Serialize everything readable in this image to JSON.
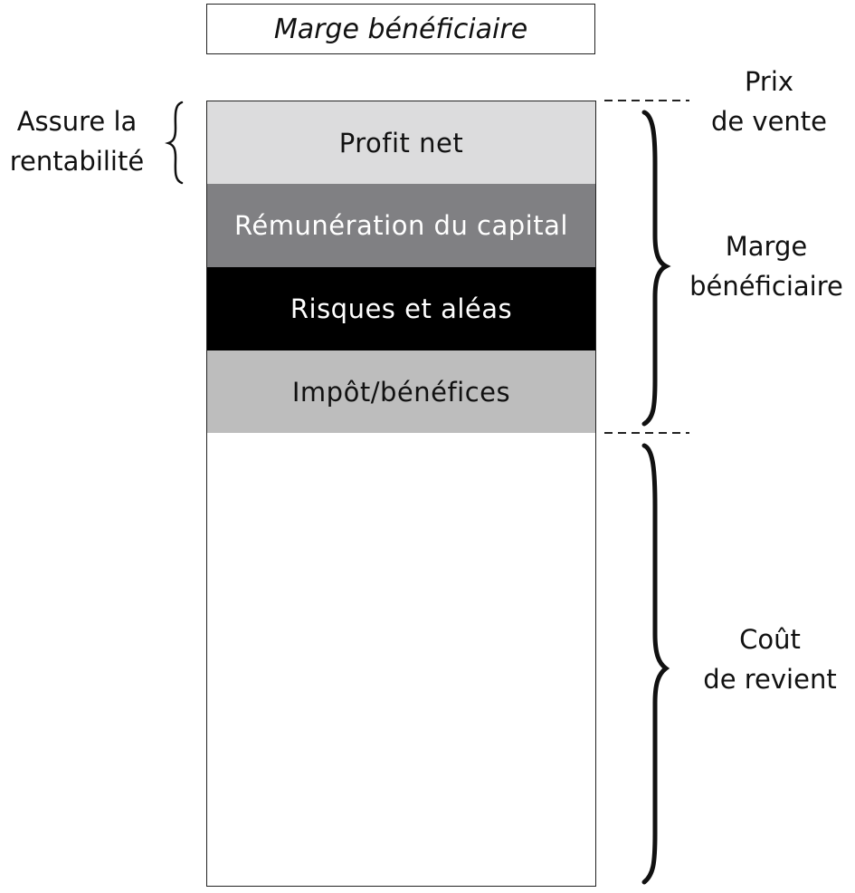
{
  "title": "Marge bénéficiaire",
  "bands": [
    {
      "label": "Profit net",
      "color": "#dcdcdd"
    },
    {
      "label": "Rémunération du capital",
      "color": "#808083"
    },
    {
      "label": "Risques et aléas",
      "color": "#000000"
    },
    {
      "label": "Impôt/bénéfices",
      "color": "#bdbdbd"
    }
  ],
  "left_annotation": {
    "line1": "Assure la",
    "line2": "rentabilité"
  },
  "right_annotations": {
    "prix": {
      "line1": "Prix",
      "line2": "de vente"
    },
    "marge": {
      "line1": "Marge",
      "line2": "bénéficiaire"
    },
    "cout": {
      "line1": "Coût",
      "line2": "de revient"
    }
  }
}
